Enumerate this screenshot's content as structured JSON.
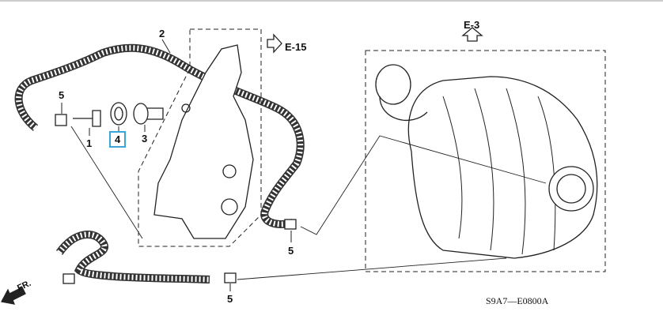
{
  "diagram": {
    "part_labels": [
      {
        "id": "2",
        "text": "2"
      },
      {
        "id": "5a",
        "text": "5"
      },
      {
        "id": "1",
        "text": "1"
      },
      {
        "id": "4",
        "text": "4",
        "highlighted": true
      },
      {
        "id": "3",
        "text": "3"
      },
      {
        "id": "5b",
        "text": "5"
      },
      {
        "id": "5c",
        "text": "5"
      }
    ],
    "references": {
      "e15": "E-15",
      "e3": "E-3"
    },
    "front_indicator": "FR.",
    "diagram_code": "S9A7—E0800A",
    "highlight_color": "#3aa6d8"
  }
}
